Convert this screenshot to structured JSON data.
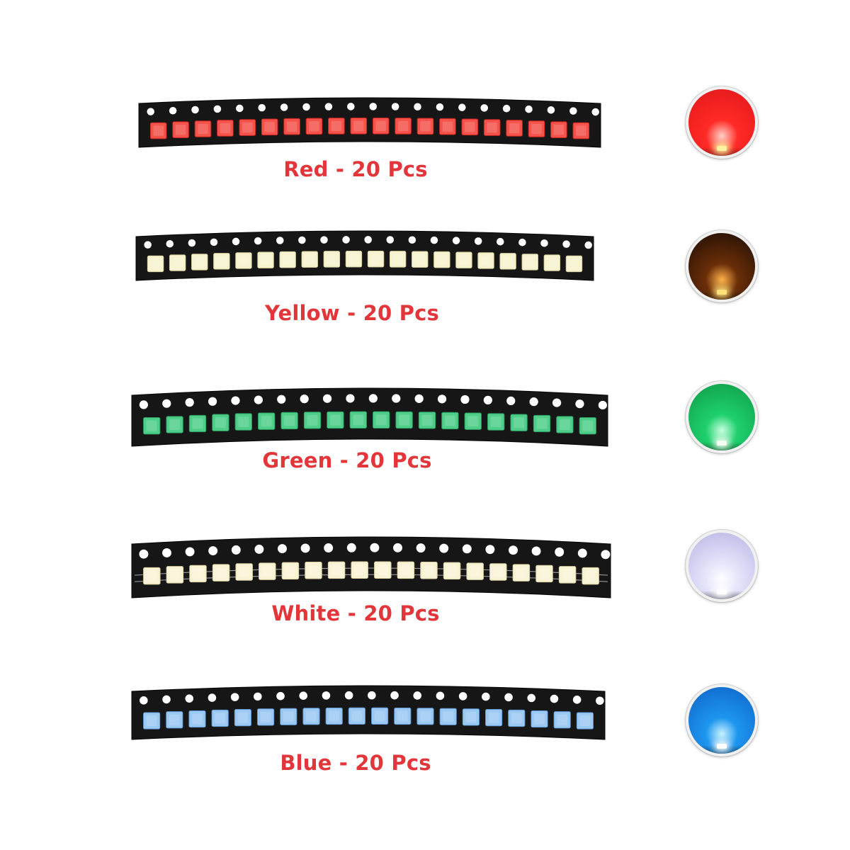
{
  "strips": [
    {
      "label": "Red - 20 Pcs",
      "pieces": 20,
      "led_color": "#f4524a",
      "led_edge": "#c8231e",
      "bulb_center": "#ffd0c6",
      "bulb_mid": "#ff2a26",
      "bulb_outer": "#e0181a",
      "chip_color": "#fff3a0"
    },
    {
      "label": "Yellow - 20 Pcs",
      "pieces": 20,
      "led_color": "#f7f2cf",
      "led_edge": "#d8d0a0",
      "bulb_center": "#ffb24a",
      "bulb_mid": "#6b2e08",
      "bulb_outer": "#1a0c04",
      "chip_color": "#ffe07a"
    },
    {
      "label": "Green - 20 Pcs",
      "pieces": 20,
      "led_color": "#4fce8a",
      "led_edge": "#2a9c60",
      "bulb_center": "#c6ffe0",
      "bulb_mid": "#1ed06c",
      "bulb_outer": "#0f9a48",
      "chip_color": "#f4fff4"
    },
    {
      "label": "White - 20 Pcs",
      "pieces": 20,
      "led_color": "#f9f3d6",
      "led_edge": "#d9cfa2",
      "bulb_center": "#ffffff",
      "bulb_mid": "#e6e6fb",
      "bulb_outer": "#b7b3e2",
      "chip_color": "#ffffff"
    },
    {
      "label": "Blue - 20 Pcs",
      "pieces": 20,
      "led_color": "#9cc9f2",
      "led_edge": "#5f97d3",
      "bulb_center": "#c8f2ff",
      "bulb_mid": "#1d96ee",
      "bulb_outer": "#0e62c6",
      "chip_color": "#ffffff"
    }
  ],
  "colors": {
    "caption": "#e2363a",
    "tape": "#161616",
    "tape_edge": "#050505",
    "hole": "#ffffff"
  }
}
